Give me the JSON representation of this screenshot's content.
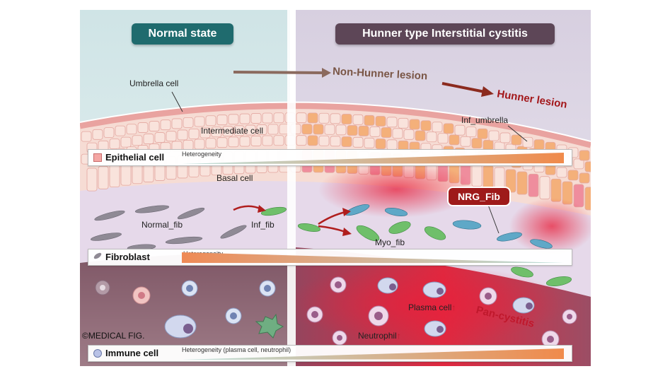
{
  "headers": {
    "normal": "Normal state",
    "hunner": "Hunner type Interstitial cystitis"
  },
  "progression": {
    "non_hunner": "Non-Hunner lesion",
    "hunner": "Hunner lesion"
  },
  "cell_labels": {
    "umbrella": "Umbrella cell",
    "intermediate": "Intermediate cell",
    "basal": "Basal cell",
    "inf_umbrella": "Inf_umbrella",
    "normal_fib": "Normal_fib",
    "inf_fib": "Inf_fib",
    "myo_fib": "Myo_fib",
    "nrg_fib": "NRG_Fib",
    "plasma_cell": "Plasma cell",
    "neutrophil": "Neutrophil",
    "pan_cystitis": "Pan-cystitis"
  },
  "bars": {
    "epithelial": {
      "title": "Epithelial cell",
      "subtitle": "Heterogeneity"
    },
    "fibroblast": {
      "title": "Fibroblast",
      "subtitle": "Heterogeneity"
    },
    "immune": {
      "title": "Immune cell",
      "subtitle": "Heterogeneity (plasma cell, neutrophil)"
    }
  },
  "credit": "©MEDICAL FIG.",
  "colors": {
    "normal_header": "#1f6b6e",
    "hunner_header": "#5d4657",
    "progress_arrow": "#8b2a1e",
    "non_hunner_text": "#7a5646",
    "hunner_text": "#a3171a",
    "nrg_pill": "#9e1a1a",
    "pan_cystitis_text": "#c0182c",
    "increase_arrow": "#c0182c",
    "epithelial_gradient_end": "#f08a4b",
    "fibroblast_gradient_start": "#ef8a55"
  }
}
